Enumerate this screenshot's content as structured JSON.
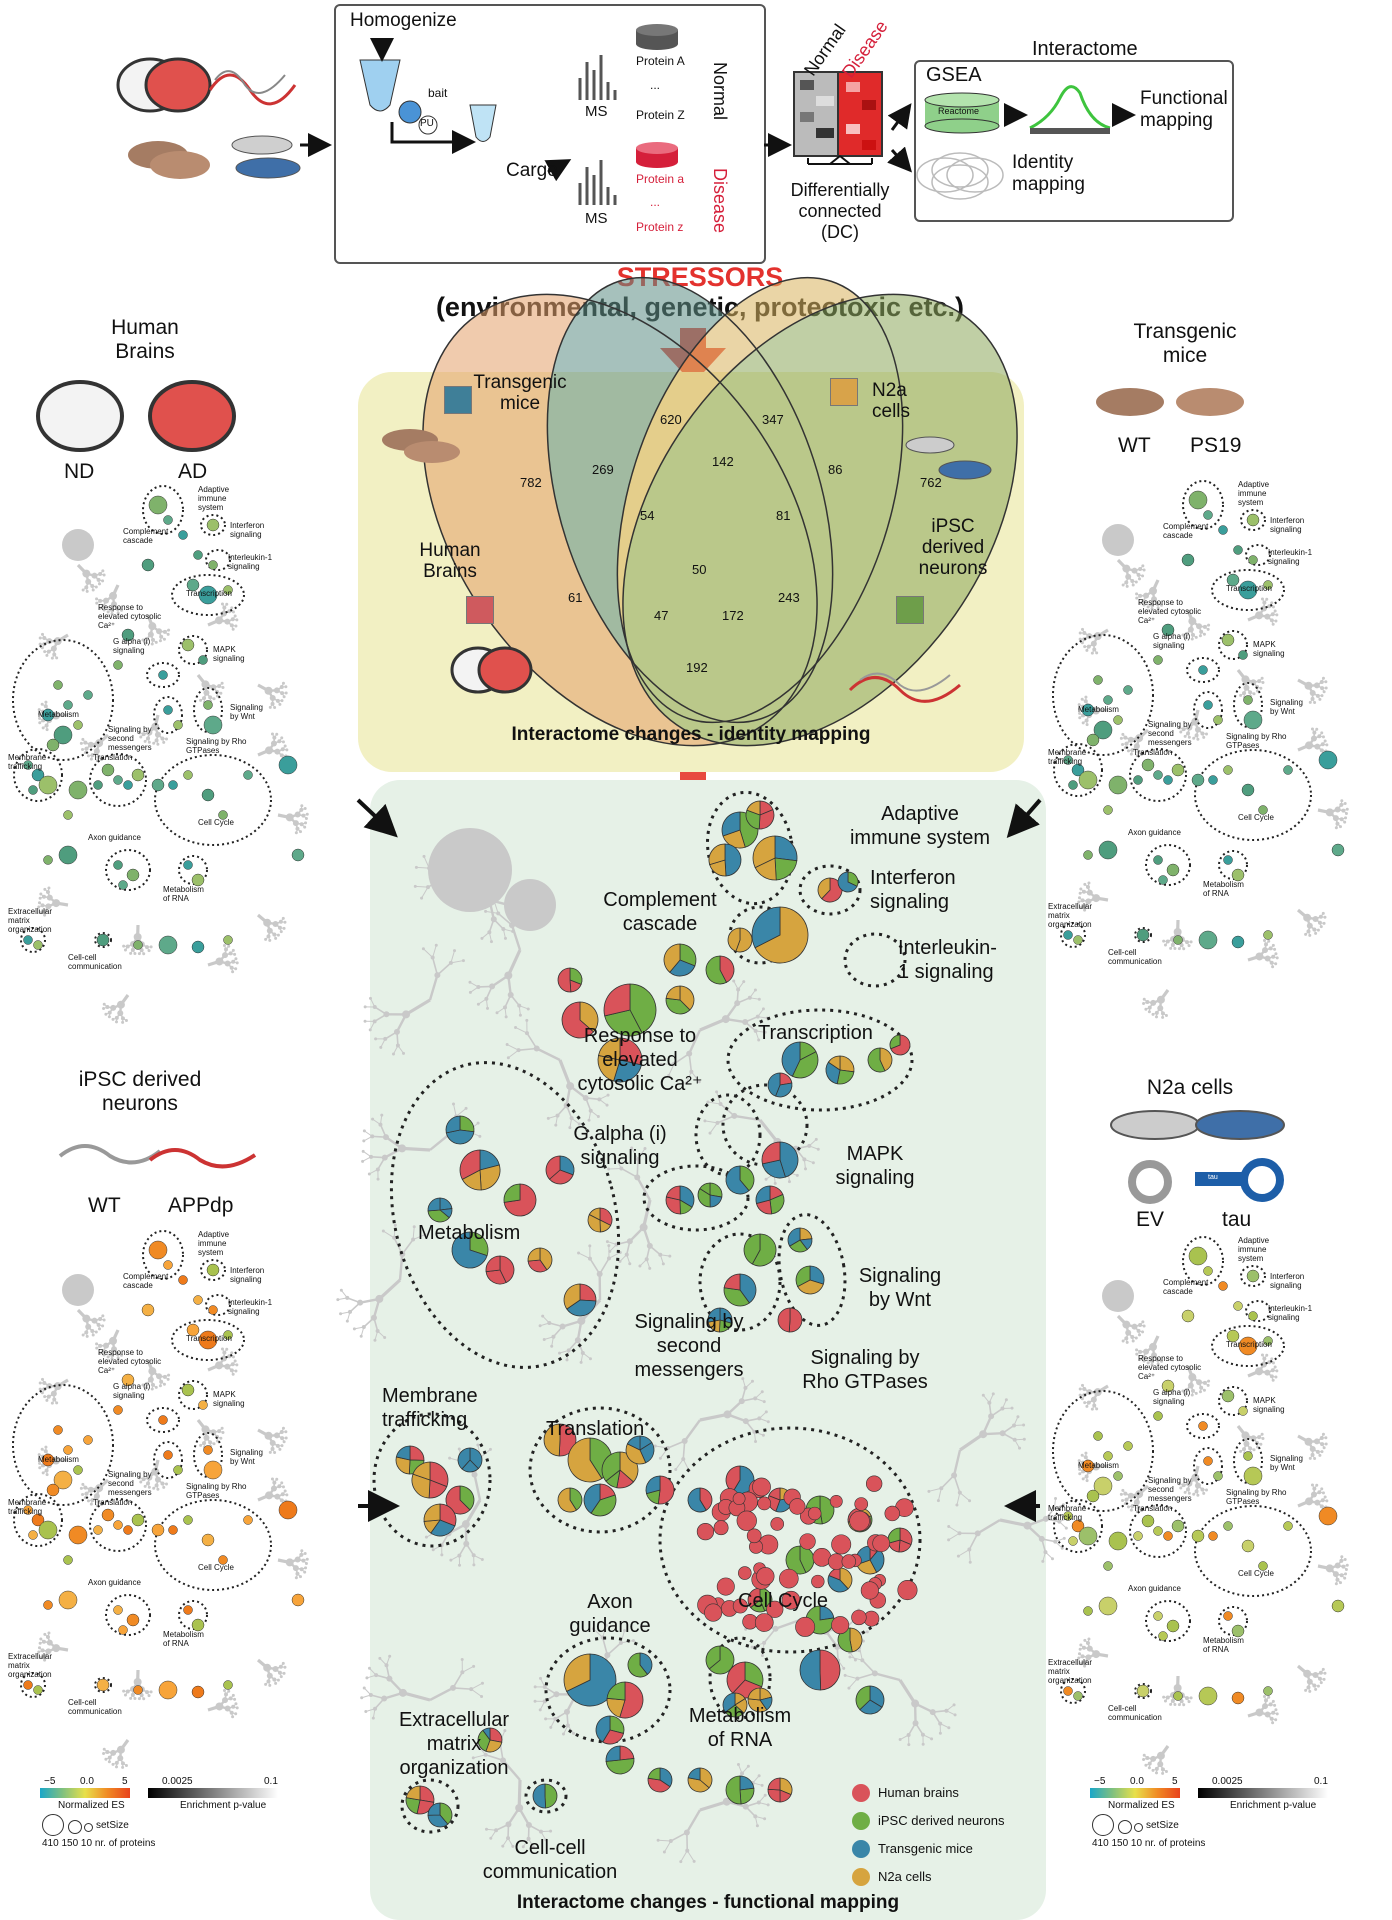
{
  "workflow": {
    "homogenize": "Homogenize",
    "bait": "bait",
    "pu": "PU",
    "cargo": "Cargo",
    "ms_top": "MS",
    "ms_bottom": "MS",
    "protein_A": "Protein A",
    "ellipsis1": "...",
    "protein_Z": "Protein Z",
    "normal_side": "Normal",
    "protein_a": "Protein a",
    "ellipsis2": "...",
    "protein_z": "Protein z",
    "disease_side": "Disease",
    "heat_normal": "Normal",
    "heat_disease": "Disease",
    "dc_label": "Differentially\nconnected\n(DC)",
    "interactome": "Interactome",
    "gsea": "GSEA",
    "reactome": "Reactome",
    "functional_mapping": "Functional\nmapping",
    "identity_mapping": "Identity\nmapping"
  },
  "stressors": {
    "title": "STRESSORS",
    "subtitle": "(environmental, genetic, proteotoxic etc.)"
  },
  "models": {
    "human_brains": {
      "title": "Human\nBrains",
      "a": "ND",
      "b": "AD"
    },
    "transgenic_mice": {
      "title": "Transgenic\nmice",
      "a": "WT",
      "b": "PS19"
    },
    "ipsc": {
      "title": "iPSC derived\nneurons",
      "a": "WT",
      "b": "APPdp"
    },
    "n2a": {
      "title": "N2a cells",
      "a": "EV",
      "b": "tau",
      "tau_tag": "tau"
    }
  },
  "venn": {
    "title": "Interactome changes - identity mapping",
    "sets": [
      {
        "name": "Transgenic\nmice",
        "color": "#3f7f98"
      },
      {
        "name": "N2a\ncells",
        "color": "#d8a34a"
      },
      {
        "name": "Human\nBrains",
        "color": "#cf5a5e"
      },
      {
        "name": "iPSC\nderived\nneurons",
        "color": "#6e9e4a"
      }
    ],
    "counts": {
      "mice_only": "620",
      "n2a_only": "347",
      "human_only": "782",
      "ipsc_only": "762",
      "mice_n2a": "142",
      "human_mice": "269",
      "n2a_ipsc": "86",
      "c54": "54",
      "c81": "81",
      "c50": "50",
      "c61": "61",
      "c47": "47",
      "c172": "172",
      "c243": "243",
      "c192": "192"
    }
  },
  "functional": {
    "title": "Interactome changes - functional mapping",
    "labels": {
      "adaptive": "Adaptive\nimmune system",
      "interferon": "Interferon\nsignaling",
      "interleukin": "Interleukin-\n1 signaling",
      "complement": "Complement\ncascade",
      "calcium": "Response to\nelevated\ncytosolic Ca²⁺",
      "transcription": "Transcription",
      "galpha": "G alpha (i)\nsignaling",
      "mapk": "MAPK\nsignaling",
      "metabolism": "Metabolism",
      "wnt": "Signaling\nby Wnt",
      "second": "Signaling by\nsecond\nmessengers",
      "rho": "Signaling by\nRho GTPases",
      "membrane": "Membrane\ntrafficking",
      "translation": "Translation",
      "cellcycle": "Cell Cycle",
      "axon": "Axon\nguidance",
      "rna": "Metabolism\nof RNA",
      "ecm": "Extracellular\nmatrix\norganization",
      "cellcell": "Cell-cell\ncommunication"
    },
    "legend": [
      {
        "label": "Human brains",
        "color": "#d9535a"
      },
      {
        "label": "iPSC derived neurons",
        "color": "#6fae45"
      },
      {
        "label": "Transgenic mice",
        "color": "#3a86a8"
      },
      {
        "label": "N2a cells",
        "color": "#d6a43f"
      }
    ]
  },
  "small_maps": {
    "labels": {
      "adaptive": "Adaptive\nimmune\nsystem",
      "interferon": "Interferon\nsignaling",
      "interleukin": "Interleukin-1\nsignaling",
      "complement": "Complement\ncascade",
      "transcription": "Transcription",
      "calcium": "Response to\nelevated cytosolic\nCa²⁺",
      "galpha": "G alpha (i)\nsignaling",
      "mapk": "MAPK\nsignaling",
      "metabolism": "Metabolism",
      "wnt": "Signaling\nby Wnt",
      "second": "Signaling by\nsecond\nmessengers",
      "rho": "Signaling by Rho\nGTPases",
      "membrane": "Membrane\ntrafficking",
      "translation": "Translation",
      "cellcycle": "Cell Cycle",
      "axon": "Axon guidance",
      "rna": "Metabolism\nof RNA",
      "ecm": "Extracellular\nmatrix\norganization",
      "cellcell": "Cell-cell\ncommunication"
    }
  },
  "scale_legend": {
    "es_min": "−5",
    "es_mid": "0.0",
    "es_max": "5",
    "es_label": "Normalized ES",
    "p_min": "0.0025",
    "p_max": "0.1",
    "p_label": "Enrichment p-value",
    "setsize": "setSize",
    "sizes": "410  150  10  nr. of proteins"
  }
}
